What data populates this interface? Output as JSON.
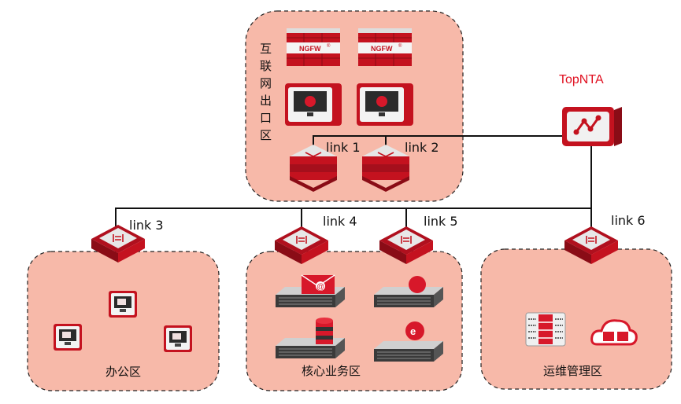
{
  "zones": {
    "internet_exit": "互联网出口区",
    "internet_exit_chars": [
      "互",
      "联",
      "网",
      "出",
      "口",
      "区"
    ],
    "office": "办公区",
    "core": "核心业务区",
    "ops": "运维管理区"
  },
  "devices": {
    "topnta": "TopNTA",
    "ngfw_label": "NGFW",
    "ngfw_mark": "®"
  },
  "links": [
    "link 1",
    "link 2",
    "link 3",
    "link 4",
    "link 5",
    "link 6"
  ],
  "colors": {
    "accent": "#d7182a",
    "zone_fill": "#f7b9a9",
    "topnta_label": "#e01020"
  }
}
